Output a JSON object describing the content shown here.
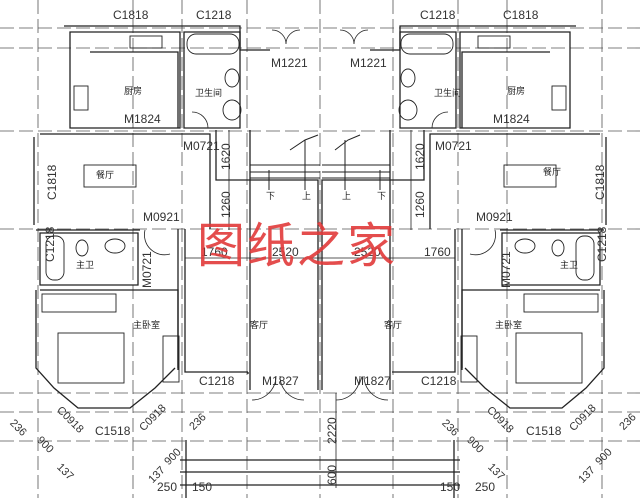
{
  "watermark": "图纸之家",
  "rooms": {
    "kitchen_left": "厨房",
    "kitchen_right": "厨房",
    "bathroom_left": "卫生间",
    "bathroom_right": "卫生间",
    "dining_left": "餐厅",
    "dining_right": "餐厅",
    "master_bath_left": "主卫",
    "master_bath_right": "主卫",
    "master_bedroom_left": "主卧室",
    "master_bedroom_right": "主卧室",
    "living_left": "客厅",
    "living_right": "客厅"
  },
  "stairs": {
    "down_left": "下",
    "up_left": "上",
    "up_right": "上",
    "down_right": "下"
  },
  "windows": {
    "top_left_kitchen": "C1818",
    "top_left_bath": "C1218",
    "top_right_bath": "C1218",
    "top_right_kitchen": "C1818",
    "dining_left": "C1818",
    "dining_right": "C1818",
    "master_bath_left": "C1218",
    "master_bath_right": "C1218",
    "living_left": "C1218",
    "living_right": "C1218",
    "bay_left_1": "C0918",
    "bay_left_2": "C0918",
    "bay_left_front": "C1518",
    "bay_right_1": "C0918",
    "bay_right_2": "C0918",
    "bay_right_front": "C1518"
  },
  "doors": {
    "back_left": "M1221",
    "back_right": "M1221",
    "kitchen_left": "M1824",
    "kitchen_right": "M1824",
    "bath_left": "M0721",
    "bath_right": "M0721",
    "bedroom_left": "M0921",
    "bedroom_right": "M0921",
    "master_bath_left": "M0721",
    "master_bath_right": "M0721",
    "front_left": "M1827",
    "front_right": "M1827"
  },
  "dimensions": {
    "stair_upper_left": "1620",
    "stair_lower_left": "1260",
    "stair_upper_right": "1620",
    "stair_lower_right": "1260",
    "width_left_outer": "1760",
    "width_left_inner": "2520",
    "width_right_inner": "2520",
    "width_right_outer": "1760",
    "porch_depth": "2220",
    "step_depth": "600",
    "bay_left_a": "236",
    "bay_left_b": "900",
    "bay_left_c": "137",
    "bay_left_d": "137",
    "bay_left_e": "900",
    "bay_left_f": "236",
    "bay_right_a": "236",
    "bay_right_b": "900",
    "bay_right_c": "137",
    "bay_right_d": "137",
    "bay_right_e": "900",
    "bay_right_f": "236",
    "step_left_250": "250",
    "step_left_150": "150",
    "step_right_150": "150",
    "step_right_250": "250"
  },
  "colors": {
    "line": "#222222",
    "axis": "#555555",
    "watermark": "#e23a3a"
  }
}
